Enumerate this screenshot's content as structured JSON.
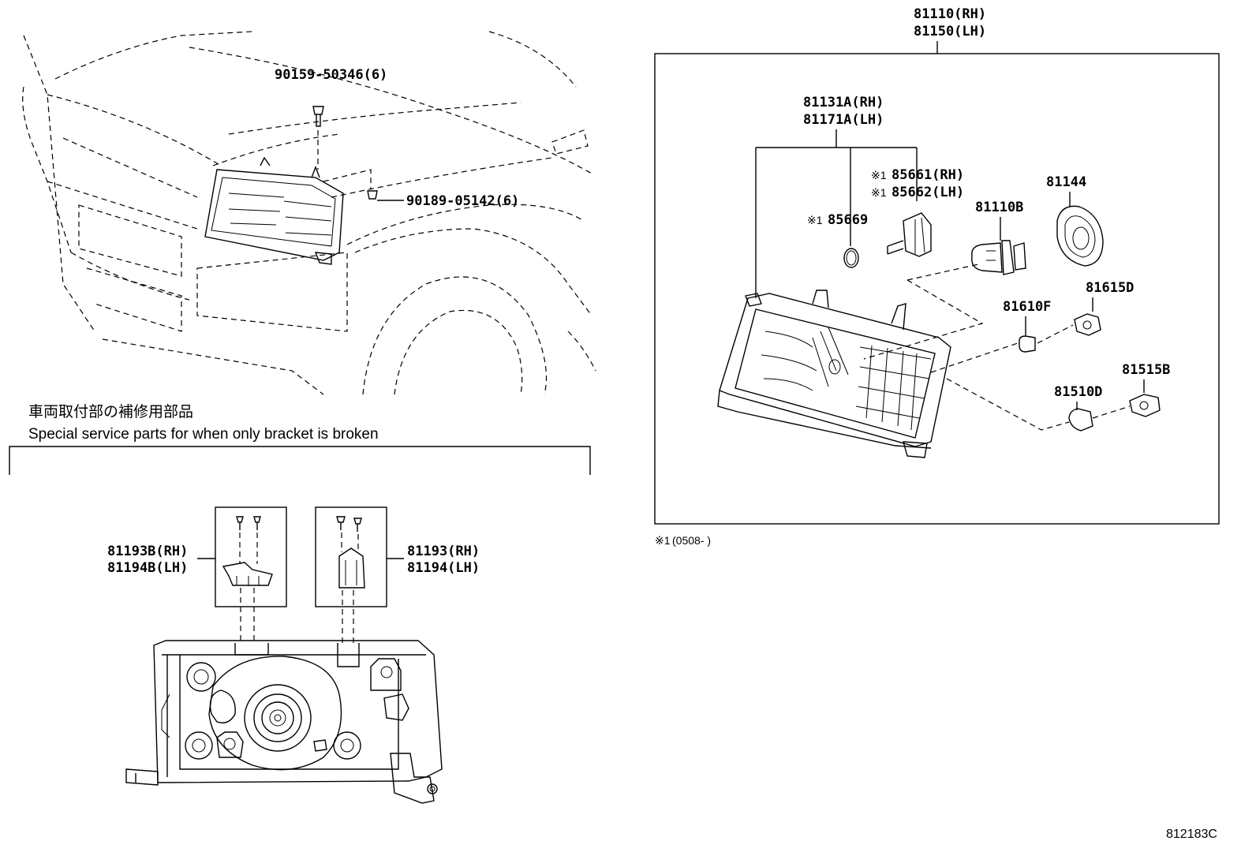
{
  "labels": {
    "assembly_rh": "81110(RH)",
    "assembly_lh": "81150(LH)",
    "bolt_top": "90159-50346(6)",
    "clip_side": "90189-05142(6)",
    "unit_rh": "81131A(RH)",
    "unit_lh": "81171A(LH)",
    "socket_rh": "85661(RH)",
    "socket_lh": "85662(LH)",
    "oring": "85669",
    "bulb_main": "81110B",
    "cover": "81144",
    "socket_a": "81615D",
    "bulb_a": "81610F",
    "socket_b": "81515B",
    "bulb_b": "81510D",
    "bracket_b_rh": "81193B(RH)",
    "bracket_b_lh": "81194B(LH)",
    "bracket_rh": "81193(RH)",
    "bracket_lh": "81194(LH)"
  },
  "marks": {
    "note_symbol": "※1",
    "note_text": "(0508-      )"
  },
  "section": {
    "title_jp": "車両取付部の補修用部品",
    "title_en": "Special service parts for when only bracket is broken"
  },
  "figure_id": "812183C"
}
